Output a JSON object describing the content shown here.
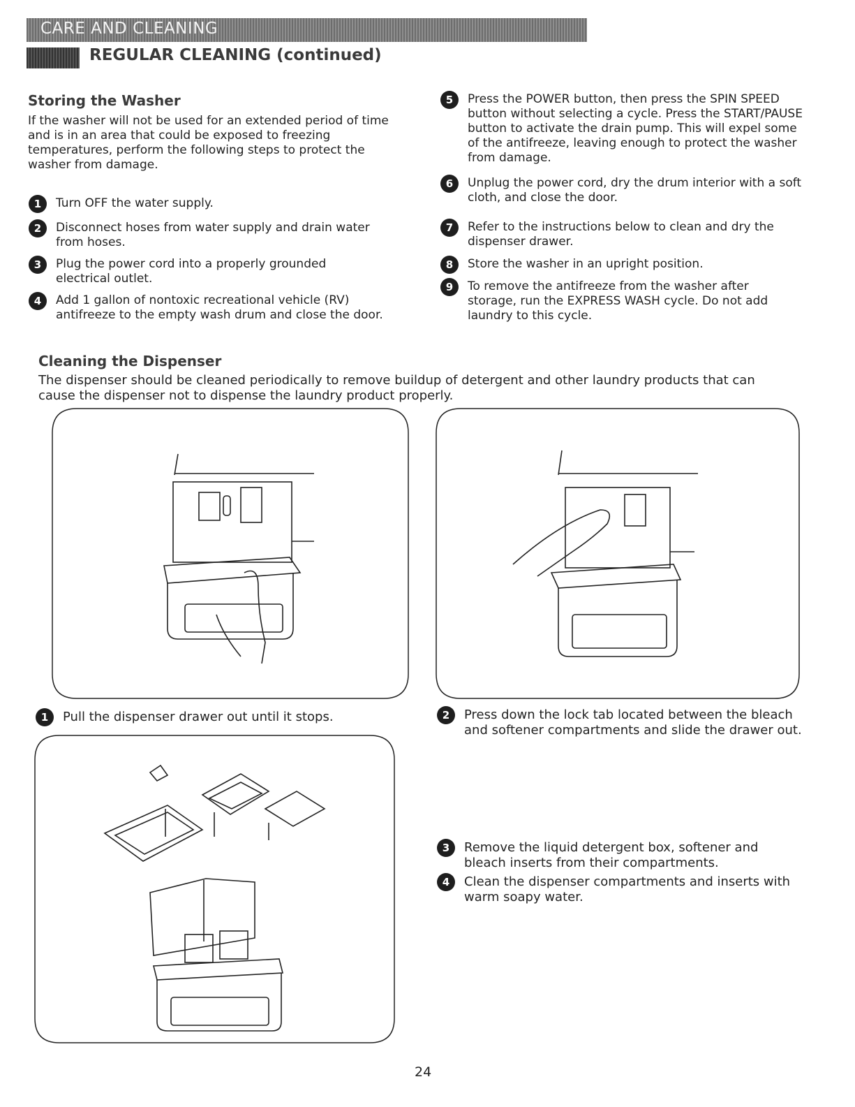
{
  "header": {
    "banner": "CARE AND CLEANING",
    "section": "REGULAR CLEANING (continued)"
  },
  "storing": {
    "title": "Storing the Washer",
    "intro": "If the washer will not be used for an extended period of time and is in an area that could be exposed to freezing temperatures, perform the following steps to protect the washer from damage.",
    "steps": [
      {
        "n": "1",
        "text": "Turn OFF the water supply."
      },
      {
        "n": "2",
        "text": "Disconnect hoses from water supply and drain water from hoses."
      },
      {
        "n": "3",
        "text": "Plug the power cord into a properly grounded electrical outlet."
      },
      {
        "n": "4",
        "text": "Add 1 gallon of nontoxic recreational vehicle (RV) antifreeze to the empty wash drum and close the door."
      },
      {
        "n": "5",
        "text": "Press the POWER button, then press the SPIN SPEED button without selecting a cycle. Press the START/PAUSE button to activate the drain pump. This will expel some of the antifreeze, leaving enough to protect the washer from damage."
      },
      {
        "n": "6",
        "text": "Unplug the power cord, dry the drum interior with a soft cloth, and close the door."
      },
      {
        "n": "7",
        "text": "Refer to the instructions below to clean and dry the dispenser drawer."
      },
      {
        "n": "8",
        "text": "Store the washer in an upright position."
      },
      {
        "n": "9",
        "text": "To remove the antifreeze from the washer after storage, run the EXPRESS WASH cycle. Do not add laundry to this cycle."
      }
    ]
  },
  "dispenser": {
    "title": "Cleaning the Dispenser",
    "intro": "The dispenser should be cleaned periodically to remove buildup of detergent and other laundry products that can cause the dispenser not to dispense the laundry product properly.",
    "steps": [
      {
        "n": "1",
        "text": "Pull the dispenser drawer out until it stops."
      },
      {
        "n": "2",
        "text": "Press down the lock tab located between the bleach and softener compartments and slide the drawer out."
      },
      {
        "n": "3",
        "text": "Remove the liquid detergent box, softener and bleach inserts from their compartments."
      },
      {
        "n": "4",
        "text": "Clean the dispenser compartments and inserts with warm soapy water."
      }
    ]
  },
  "page_number": "24"
}
